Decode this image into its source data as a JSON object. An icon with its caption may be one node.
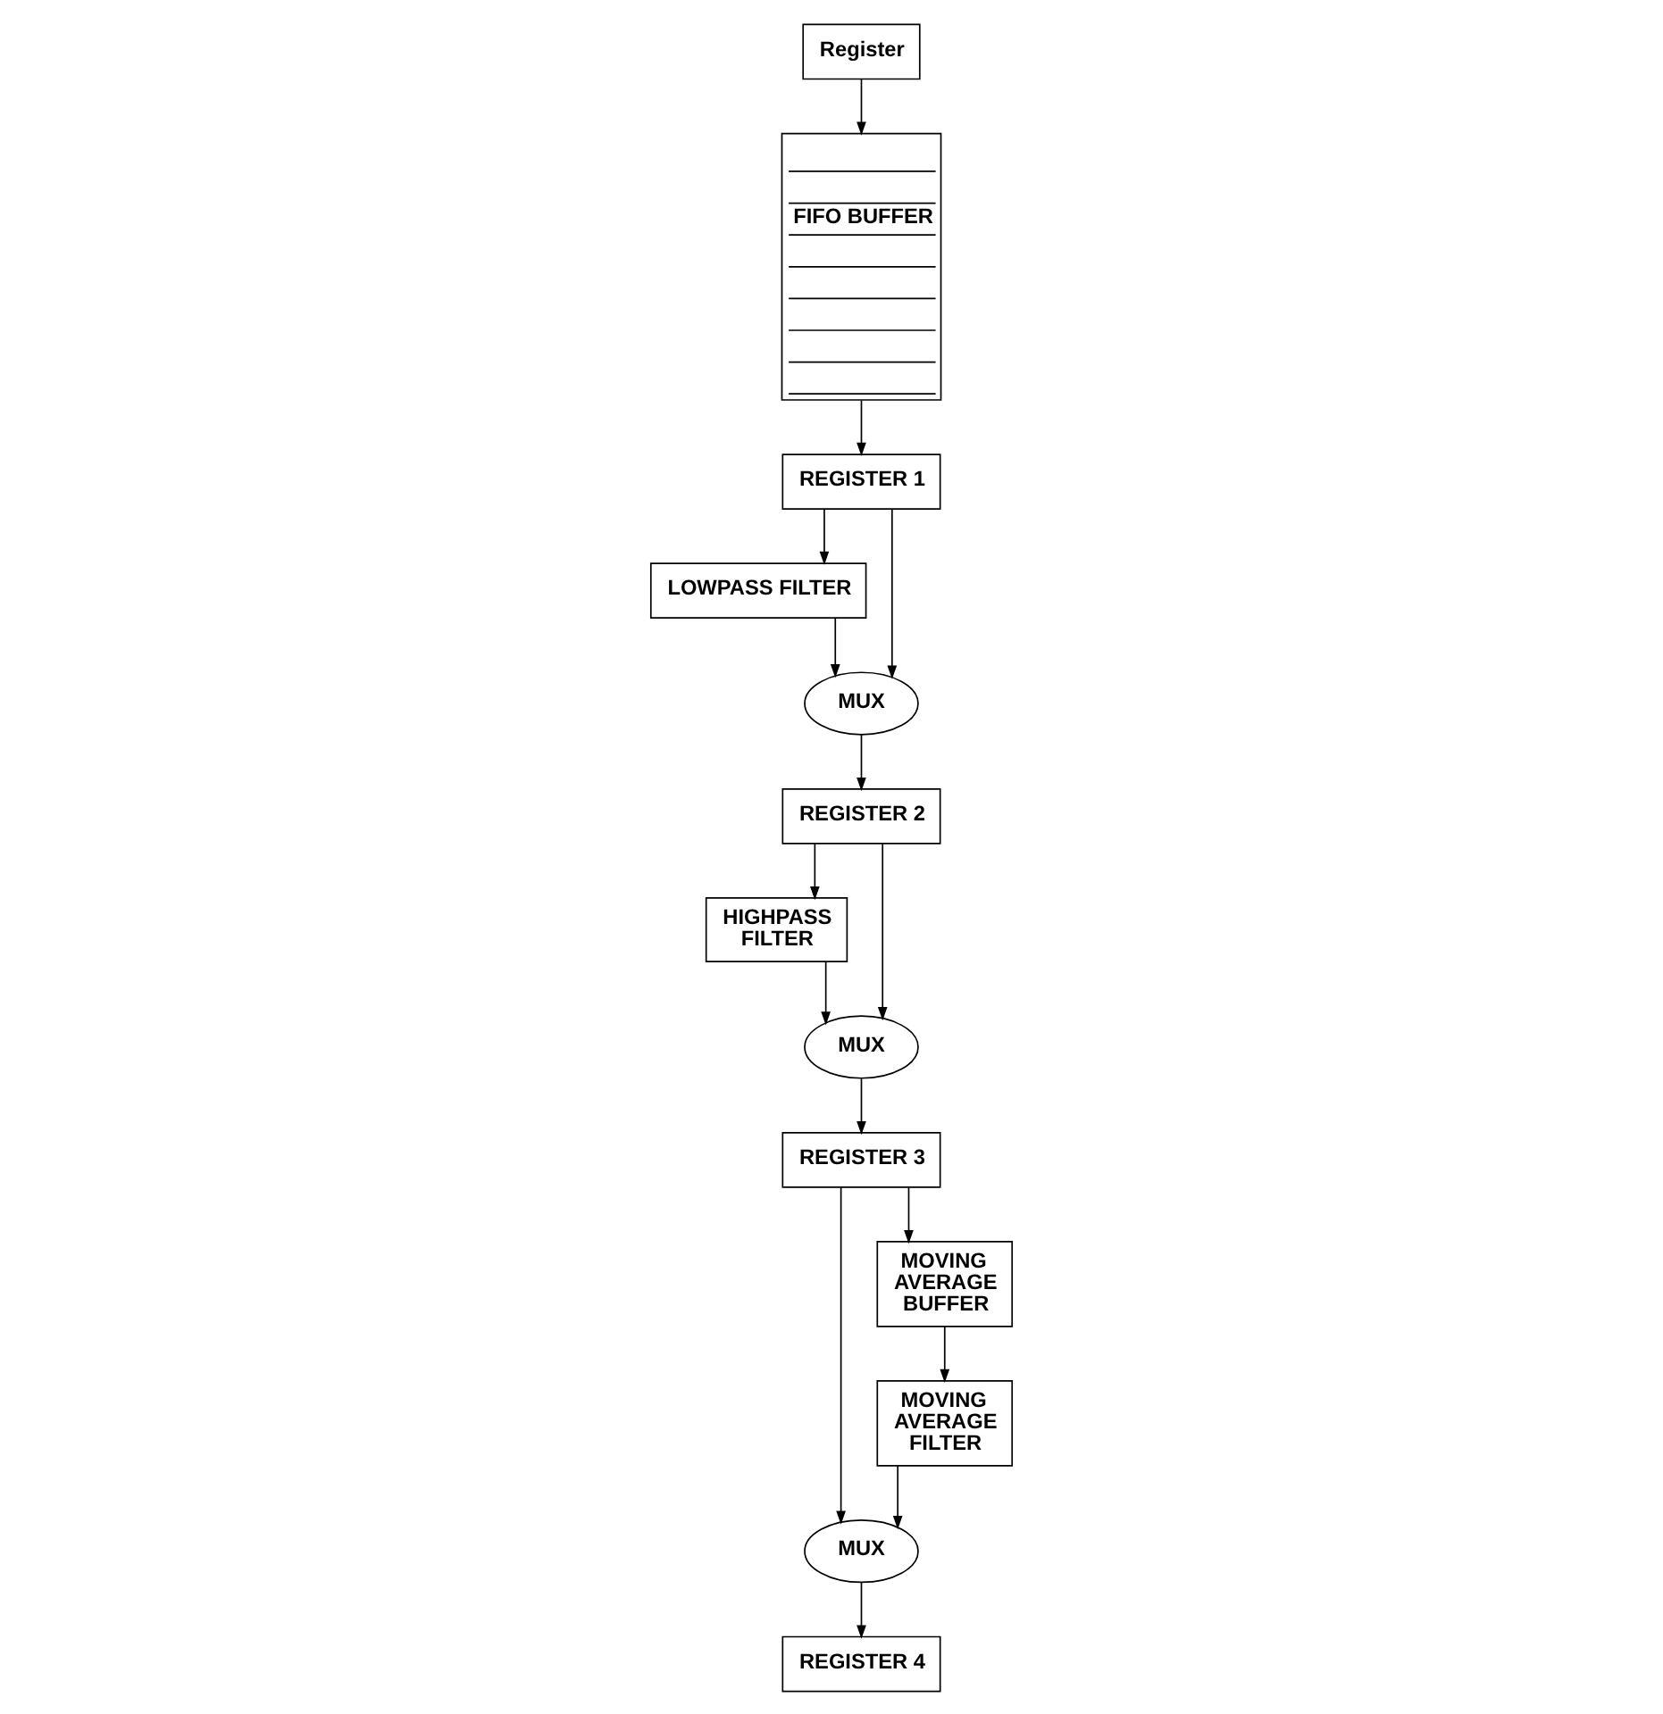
{
  "diagram": {
    "nodes": [
      {
        "text": [
          "Register"
        ]
      },
      {
        "text": [
          "FIFO BUFFER"
        ]
      },
      {
        "text": [
          "REGISTER 1"
        ]
      },
      {
        "text": [
          "LOWPASS FILTER"
        ]
      },
      {
        "text": [
          "MUX"
        ]
      },
      {
        "text": [
          "REGISTER 2"
        ]
      },
      {
        "text": [
          "HIGHPASS FILTER"
        ]
      },
      {
        "text": [
          "MUX"
        ]
      },
      {
        "text": [
          "REGISTER 3"
        ]
      },
      {
        "text": [
          "MUX"
        ]
      },
      {
        "text": [
          "MOVING AVERAGE BUFFER"
        ]
      },
      {
        "text": [
          "MOVING AVERAGE FILTER"
        ]
      },
      {
        "text": [
          "REGISTER 4"
        ]
      }
    ],
    "edges": [
      {
        "from": 0,
        "to": 1,
        "arrow": "to"
      },
      {
        "from": 1,
        "to": 2,
        "arrow": "to"
      },
      {
        "from": 2,
        "to": 3,
        "arrow": "to"
      },
      {
        "from": 3,
        "to": 4,
        "arrow": "to"
      },
      {
        "from": 2,
        "to": 4,
        "arrow": "to"
      },
      {
        "from": 4,
        "to": 5,
        "arrow": "to"
      },
      {
        "from": 5,
        "to": 6,
        "arrow": "to"
      },
      {
        "from": 6,
        "to": 7,
        "arrow": "to"
      },
      {
        "from": 5,
        "to": 7,
        "arrow": "to"
      },
      {
        "from": 7,
        "to": 8,
        "arrow": "to"
      },
      {
        "from": 8,
        "to": 9,
        "arrow": "to"
      },
      {
        "from": 8,
        "to": 10,
        "arrow": "to"
      },
      {
        "from": 10,
        "to": 11,
        "arrow": "to"
      },
      {
        "from": 11,
        "to": 9,
        "arrow": "to"
      },
      {
        "from": 9,
        "to": 12,
        "arrow": "to"
      }
    ]
  }
}
